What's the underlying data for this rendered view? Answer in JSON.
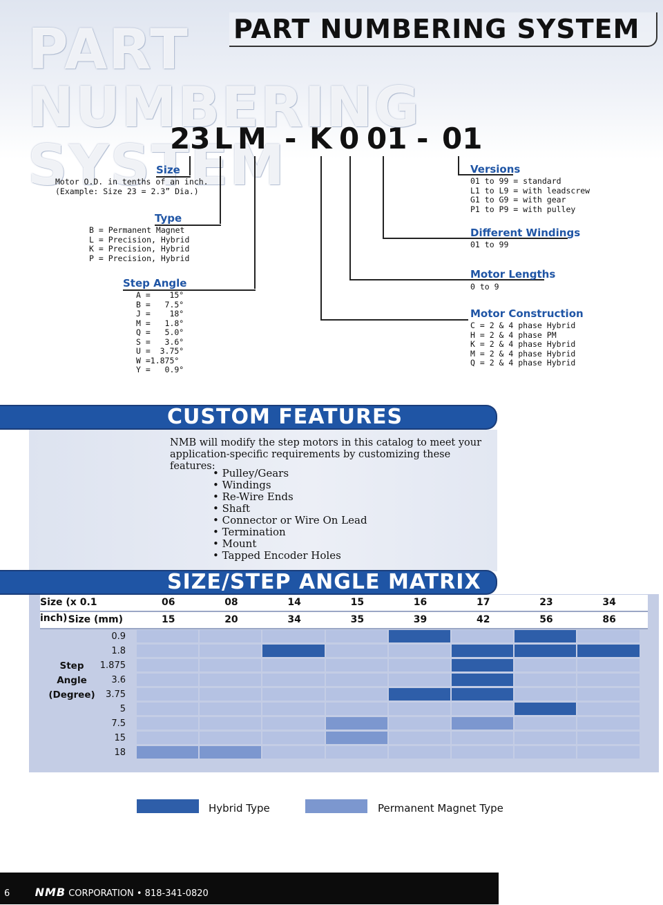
{
  "header": {
    "ghost_title": "PART NUMBERING SYSTEM",
    "title": "PART NUMBERING SYSTEM"
  },
  "part_number": {
    "size": "23",
    "type": "L",
    "step": "M",
    "dash1": "-",
    "construction": "K",
    "length": "0",
    "windings": "01",
    "dash2": "-",
    "version": "01"
  },
  "size": {
    "label": "Size",
    "desc1": "Motor O.D. in tenths of an inch.",
    "desc2": "(Example: Size 23 = 2.3” Dia.)"
  },
  "type": {
    "label": "Type",
    "lines": [
      "B = Permanent Magnet",
      "L = Precision, Hybrid",
      "K = Precision, Hybrid",
      "P = Precision, Hybrid"
    ]
  },
  "step_angle": {
    "label": "Step Angle",
    "lines": [
      "A =    15°",
      "B =   7.5°",
      "J =    18°",
      "M =   1.8°",
      "Q =   5.0°",
      "S =   3.6°",
      "U =  3.75°",
      "W =1.875°",
      "Y =   0.9°"
    ]
  },
  "versions": {
    "label": "Versions",
    "lines": [
      "01 to 99 = standard",
      "L1 to L9 = with leadscrew",
      "G1 to G9 = with gear",
      "P1 to P9 = with pulley"
    ]
  },
  "windings": {
    "label": "Different Windings",
    "line": "01 to 99"
  },
  "lengths": {
    "label": "Motor Lengths",
    "line": "0 to 9"
  },
  "construction": {
    "label": "Motor Construction",
    "lines": [
      "C = 2 & 4 phase Hybrid",
      "H = 2 & 4 phase PM",
      "K = 2 & 4 phase Hybrid",
      "M = 2 & 4 phase Hybrid",
      "Q = 2 & 4 phase Hybrid"
    ]
  },
  "custom_features": {
    "title": "CUSTOM FEATURES",
    "intro_line1": "NMB will modify the step motors in this catalog to meet your",
    "intro_line2": "application-specific requirements by customizing these features:",
    "items": [
      "• Pulley/Gears",
      "• Windings",
      "• Re-Wire Ends",
      "• Shaft",
      "• Connector or Wire On Lead",
      "• Termination",
      "• Mount",
      "• Tapped Encoder Holes"
    ]
  },
  "matrix": {
    "title": "SIZE/STEP ANGLE MATRIX",
    "row1_label": "Size (x 0.1 inch)",
    "row2_label": "Size (mm)",
    "step_label": [
      "Step",
      "Angle",
      "(Degree)"
    ],
    "sizes_in": [
      "06",
      "08",
      "14",
      "15",
      "16",
      "17",
      "23",
      "34"
    ],
    "sizes_mm": [
      "15",
      "20",
      "34",
      "35",
      "39",
      "42",
      "56",
      "86"
    ],
    "angles": [
      "0.9",
      "1.8",
      "1.875",
      "3.6",
      "3.75",
      "5",
      "7.5",
      "15",
      "18"
    ],
    "grid": [
      [
        "",
        "",
        "",
        "",
        "H",
        "",
        "H",
        ""
      ],
      [
        "",
        "",
        "H",
        "",
        "",
        "H",
        "H",
        "H"
      ],
      [
        "",
        "",
        "",
        "",
        "",
        "H",
        "",
        ""
      ],
      [
        "",
        "",
        "",
        "",
        "",
        "H",
        "",
        ""
      ],
      [
        "",
        "",
        "",
        "",
        "H",
        "H",
        "",
        ""
      ],
      [
        "",
        "",
        "",
        "",
        "",
        "",
        "H",
        ""
      ],
      [
        "",
        "",
        "",
        "P",
        "",
        "P",
        "",
        ""
      ],
      [
        "",
        "",
        "",
        "P",
        "",
        "",
        "",
        ""
      ],
      [
        "P",
        "P",
        "",
        "",
        "",
        "",
        "",
        ""
      ]
    ],
    "colors": {
      "hybrid": "#2e5ea9",
      "pm": "#7c97cf",
      "empty": "#b5c2e3"
    }
  },
  "legend": {
    "hybrid": "Hybrid Type",
    "pm": "Permanent Magnet Type"
  },
  "footer": {
    "page": "6",
    "logo": "NMB",
    "text": "CORPORATION • 818-341-0820"
  }
}
